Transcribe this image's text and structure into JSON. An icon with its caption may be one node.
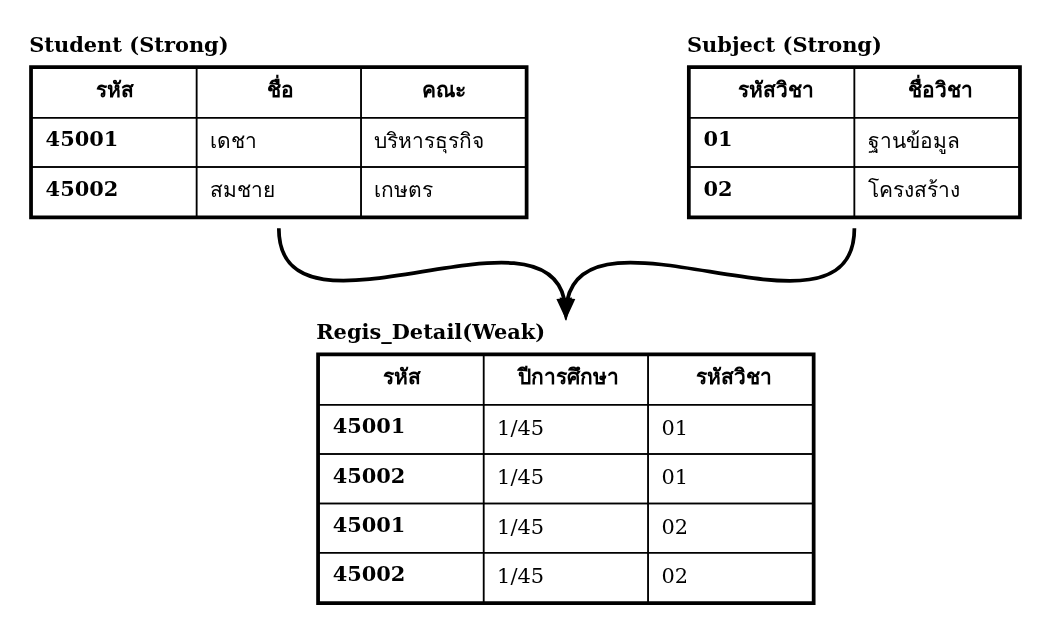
{
  "diagram": {
    "nodes": [
      {
        "text": [
          "Student (Strong)",
          "รหัส",
          "ชื่อ",
          "คณะ",
          "45001",
          "เดชา",
          "บริหารธุรกิจ",
          "45002",
          "สมชาย",
          "เกษตร"
        ]
      },
      {
        "text": [
          "Subject (Strong)",
          "รหัสวิชา",
          "ชื่อวิชา",
          "01",
          "ฐานข้อมูล",
          "02",
          "โครงสร้าง"
        ]
      },
      {
        "text": [
          "Regis_Detail(Weak)",
          "รหัส",
          "ปีการศึกษา",
          "รหัสวิชา",
          "45001",
          "1/45",
          "01",
          "45002",
          "1/45",
          "01",
          "45001",
          "1/45",
          "02",
          "45002",
          "1/45",
          "02"
        ]
      }
    ],
    "edges": [
      {
        "from": 0,
        "to": 2,
        "arrow": "to"
      },
      {
        "from": 1,
        "to": 2,
        "arrow": "to"
      }
    ]
  }
}
